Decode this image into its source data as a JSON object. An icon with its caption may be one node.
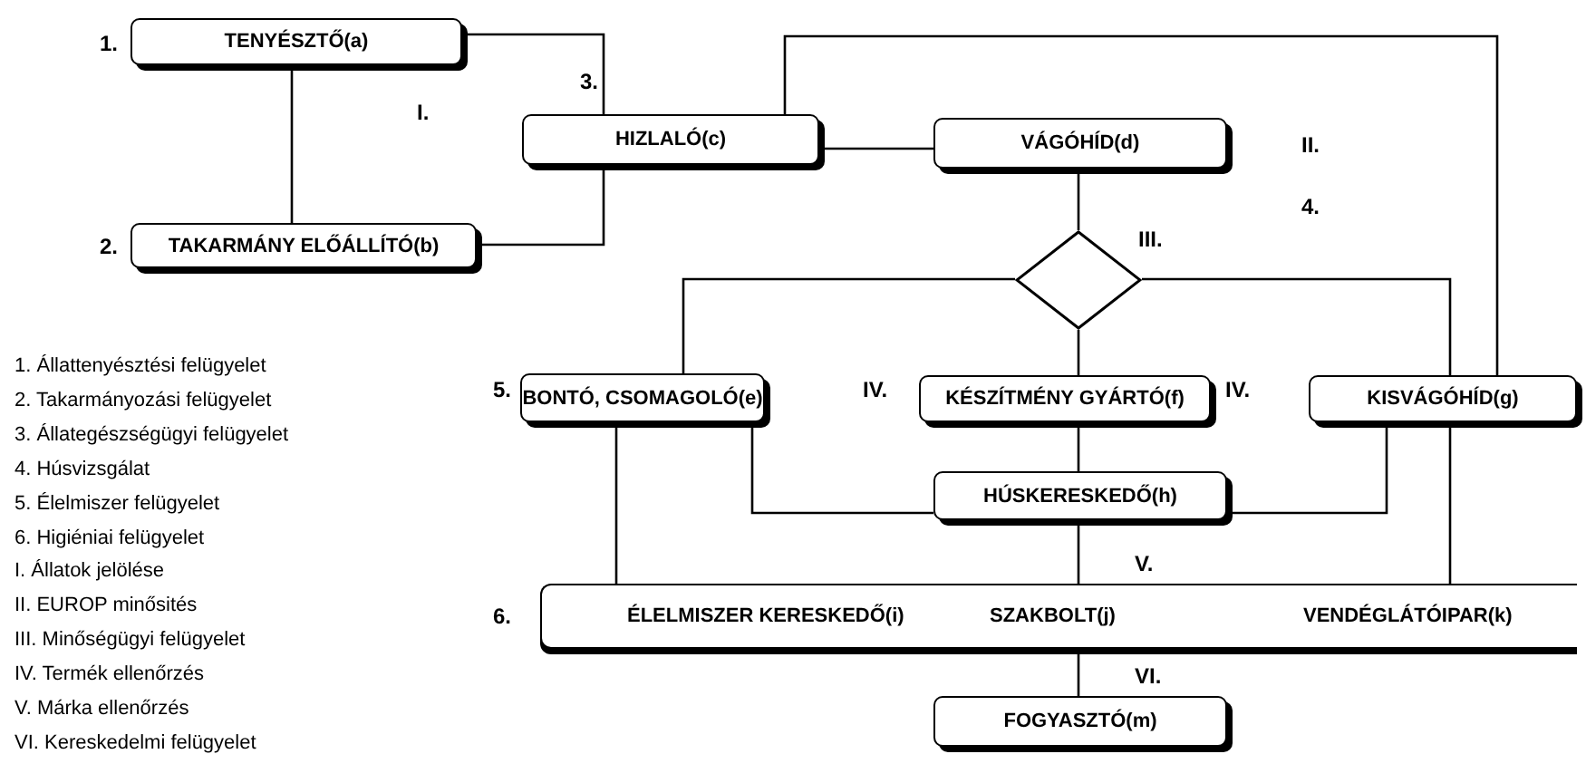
{
  "diagram": {
    "nodes": [
      {
        "text": [
          "TENYÉSZTŐ(a)"
        ],
        "beside": [
          "1."
        ]
      },
      {
        "text": [
          "TAKARMÁNY ELŐÁLLÍTÓ(b)"
        ],
        "beside": [
          "2."
        ]
      },
      {
        "text": [
          "HIZLALÓ(c)"
        ],
        "beside": [
          "3."
        ]
      },
      {
        "text": [
          "VÁGÓHÍD(d)"
        ]
      },
      {
        "text": [],
        "shape": "diamond"
      },
      {
        "text": [
          "BONTÓ, CSOMAGOLÓ(e)"
        ],
        "beside": [
          "5."
        ]
      },
      {
        "text": [
          "KÉSZÍTMÉNY GYÁRTÓ(f)"
        ]
      },
      {
        "text": [
          "KISVÁGÓHÍD(g)"
        ]
      },
      {
        "text": [
          "HÚSKERESKEDŐ(h)"
        ]
      },
      {
        "text": [
          "ÉLELMISZER KERESKEDŐ(i)",
          "SZAKBOLT(j)",
          "VENDÉGLÁTÓIPAR(k)"
        ],
        "beside": [
          "6."
        ]
      },
      {
        "text": [
          "FOGYASZTÓ(m)"
        ]
      }
    ],
    "edges": [
      {
        "from": 0,
        "to": 1,
        "arrow": "none"
      },
      {
        "from": 0,
        "to": 2,
        "arrow": "none"
      },
      {
        "from": 1,
        "to": 2,
        "arrow": "none"
      },
      {
        "from": 2,
        "to": 3,
        "arrow": "none"
      },
      {
        "from": 2,
        "to": 7,
        "arrow": "none"
      },
      {
        "from": 3,
        "to": 4,
        "arrow": "none"
      },
      {
        "from": 4,
        "to": 5,
        "arrow": "none"
      },
      {
        "from": 4,
        "to": 6,
        "arrow": "none"
      },
      {
        "from": 4,
        "to": 7,
        "arrow": "none"
      },
      {
        "from": 5,
        "to": 8,
        "arrow": "none"
      },
      {
        "from": 7,
        "to": 8,
        "arrow": "none"
      },
      {
        "from": 6,
        "to": 8,
        "arrow": "none"
      },
      {
        "from": 5,
        "to": 9,
        "arrow": "none"
      },
      {
        "from": 8,
        "to": 9,
        "arrow": "none"
      },
      {
        "from": 7,
        "to": 9,
        "arrow": "none"
      },
      {
        "from": 9,
        "to": 10,
        "arrow": "none"
      }
    ],
    "labels": [
      "I.",
      "II.",
      "4.",
      "III.",
      "IV.",
      "IV.",
      "V.",
      "VI.",
      "1. Állattenyésztési felügyelet",
      "2. Takarmányozási felügyelet",
      "3. Állategészségügyi felügyelet",
      "4. Húsvizsgálat",
      "5. Élelmiszer felügyelet",
      "6. Higiéniai felügyelet",
      "I. Állatok jelölése",
      "II. EUROP minősités",
      "III. Minőségügyi felügyelet",
      "IV. Termék ellenőrzés",
      "V. Márka ellenőrzés",
      "VI. Kereskedelmi felügyelet"
    ]
  }
}
